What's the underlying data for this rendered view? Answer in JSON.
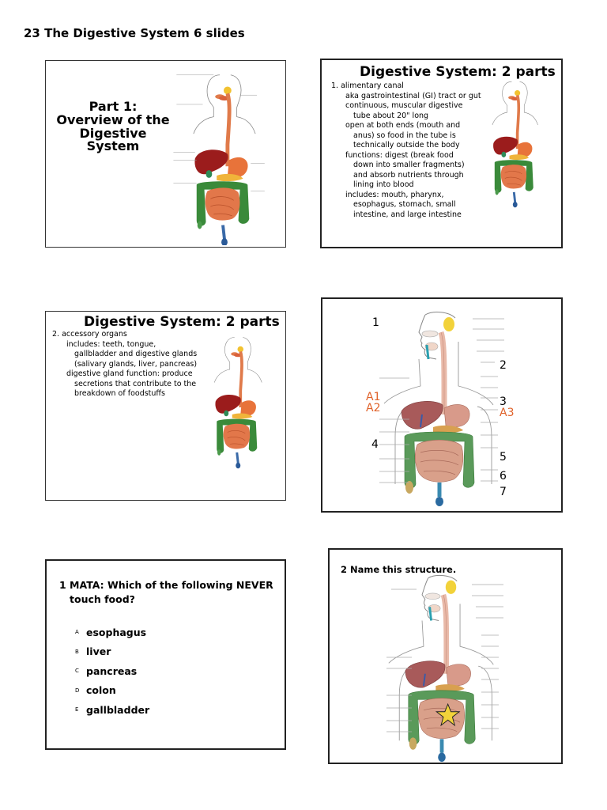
{
  "header": {
    "title": "23 The Digestive System 6 slides"
  },
  "slide1": {
    "title_lines": [
      "Part 1:",
      "Overview of the",
      "Digestive System"
    ]
  },
  "slide2": {
    "title": "Digestive System: 2 parts",
    "lines": [
      "1. alimentary canal",
      "aka gastrointestinal (GI) tract or gut",
      "continuous, muscular digestive",
      "tube about 20\" long",
      "open at both ends (mouth and",
      "anus) so food in the tube is",
      "technically outside the body",
      "functions: digest (break food",
      "down into smaller fragments)",
      "and absorb nutrients through",
      "lining into blood",
      "includes: mouth, pharynx,",
      "esophagus, stomach, small",
      "intestine, and large intestine"
    ]
  },
  "slide3": {
    "title": "Digestive System: 2 parts",
    "lines": [
      "2. accessory organs",
      "includes: teeth, tongue,",
      "gallbladder and digestive glands",
      "(salivary glands, liver, pancreas)",
      "digestive gland function: produce",
      "secretions that contribute to the",
      "breakdown of foodstuffs"
    ]
  },
  "slide4": {
    "labels": [
      "1",
      "2",
      "A1",
      "A2",
      "3",
      "A3",
      "4",
      "5",
      "6",
      "7"
    ]
  },
  "slide5": {
    "question": [
      "1  MATA: Which of the following NEVER",
      "touch food?"
    ],
    "options": [
      {
        "letter": "A",
        "text": "esophagus"
      },
      {
        "letter": "B",
        "text": "liver"
      },
      {
        "letter": "C",
        "text": "pancreas"
      },
      {
        "letter": "D",
        "text": "colon"
      },
      {
        "letter": "E",
        "text": "gallbladder"
      }
    ]
  },
  "slide6": {
    "question": "2  Name this structure."
  },
  "colors": {
    "esophagus": "#e07a4a",
    "liver": "#9b1c1c",
    "stomach": "#e8733a",
    "colon": "#3a8a3a",
    "small_intestine": "#e2774a",
    "label_orange": "#e0622a",
    "sketch_intestine": "#d9a08a"
  }
}
